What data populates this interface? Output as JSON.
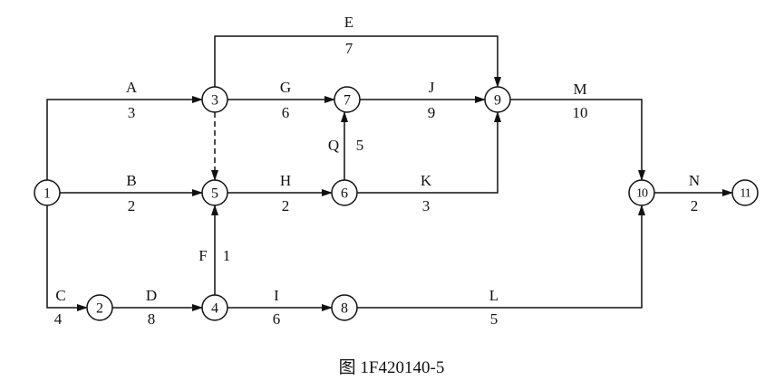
{
  "diagram": {
    "caption": "图 1F420140-5",
    "nodes": [
      {
        "id": "1",
        "label": "1"
      },
      {
        "id": "2",
        "label": "2"
      },
      {
        "id": "3",
        "label": "3"
      },
      {
        "id": "4",
        "label": "4"
      },
      {
        "id": "5",
        "label": "5"
      },
      {
        "id": "6",
        "label": "6"
      },
      {
        "id": "7",
        "label": "7"
      },
      {
        "id": "8",
        "label": "8"
      },
      {
        "id": "9",
        "label": "9"
      },
      {
        "id": "10",
        "label": "10"
      },
      {
        "id": "11",
        "label": "11"
      }
    ],
    "activities": [
      {
        "name": "A",
        "duration": "3",
        "from": "1",
        "to": "3"
      },
      {
        "name": "B",
        "duration": "2",
        "from": "1",
        "to": "5"
      },
      {
        "name": "C",
        "duration": "4",
        "from": "1",
        "to": "2"
      },
      {
        "name": "D",
        "duration": "8",
        "from": "2",
        "to": "4"
      },
      {
        "name": "E",
        "duration": "7",
        "from": "3",
        "to": "9"
      },
      {
        "name": "G",
        "duration": "6",
        "from": "3",
        "to": "7"
      },
      {
        "name": "J",
        "duration": "9",
        "from": "7",
        "to": "9"
      },
      {
        "name": "M",
        "duration": "10",
        "from": "9",
        "to": "10"
      },
      {
        "name": "Q",
        "duration": "5",
        "from": "6",
        "to": "7"
      },
      {
        "name": "H",
        "duration": "2",
        "from": "5",
        "to": "6"
      },
      {
        "name": "K",
        "duration": "3",
        "from": "6",
        "to": "9"
      },
      {
        "name": "F",
        "duration": "1",
        "from": "4",
        "to": "5"
      },
      {
        "name": "I",
        "duration": "6",
        "from": "4",
        "to": "8"
      },
      {
        "name": "L",
        "duration": "5",
        "from": "8",
        "to": "10"
      },
      {
        "name": "N",
        "duration": "2",
        "from": "10",
        "to": "11"
      }
    ],
    "dummy_activities": [
      {
        "from": "3",
        "to": "5"
      }
    ]
  }
}
